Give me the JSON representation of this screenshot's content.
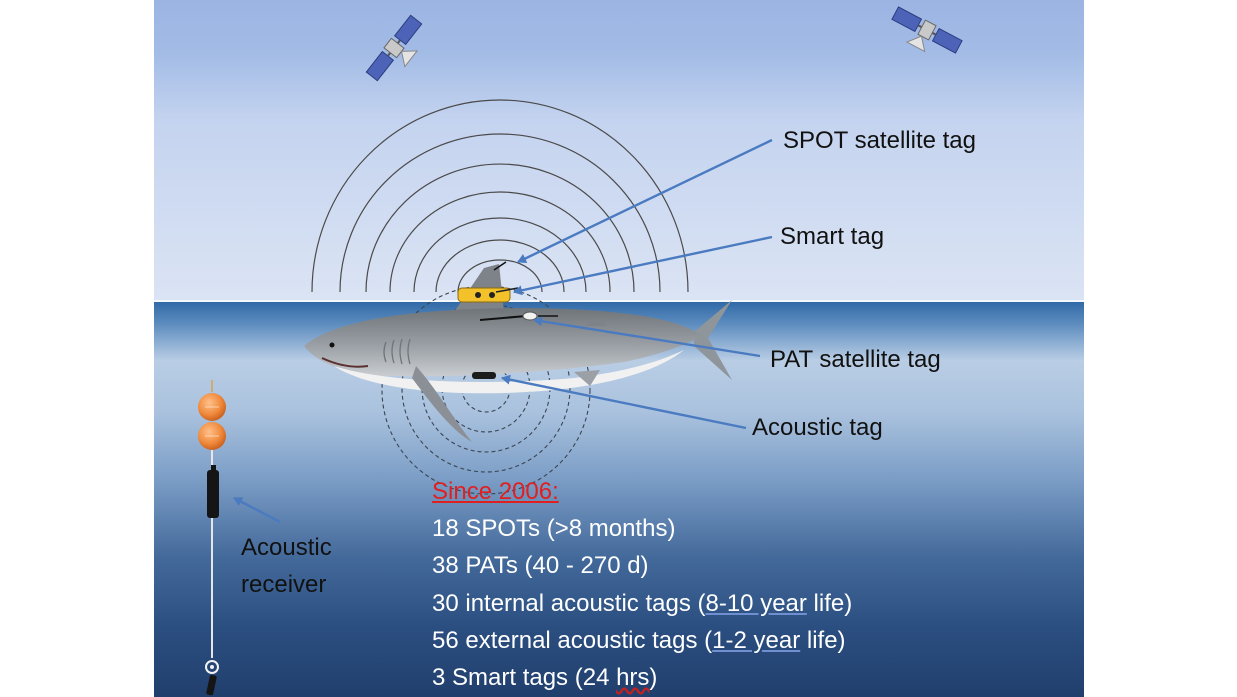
{
  "colors": {
    "sky_top": "#9bb4e2",
    "sea_deep": "#213f6d",
    "arrow": "#4a7ac0",
    "tag_yellow": "#f3c12a",
    "buoy": "#f08a3c",
    "since_red": "#e02020"
  },
  "icons": [
    "satellite-icon",
    "shark-illustration",
    "receiver-buoy-icon"
  ],
  "labels": {
    "spot": "SPOT satellite tag",
    "smart": "Smart tag",
    "pat": "PAT satellite tag",
    "acoustic_tag": "Acoustic tag",
    "receiver_line1": "Acoustic",
    "receiver_line2": "receiver"
  },
  "stats": {
    "header": "Since 2006:",
    "spots": "18 SPOTs (>8 months)",
    "pats": "38 PATs (40 - 270 d)",
    "internal_pre": "30 internal acoustic tags (",
    "internal_link": "8-10 year",
    "internal_post": " life)",
    "external_pre": "56 external acoustic tags (",
    "external_link": "1-2 year",
    "external_post": " life)",
    "smart_pre": "3 Smart tags (24 ",
    "smart_hrs": "hrs",
    "smart_post": ")"
  }
}
